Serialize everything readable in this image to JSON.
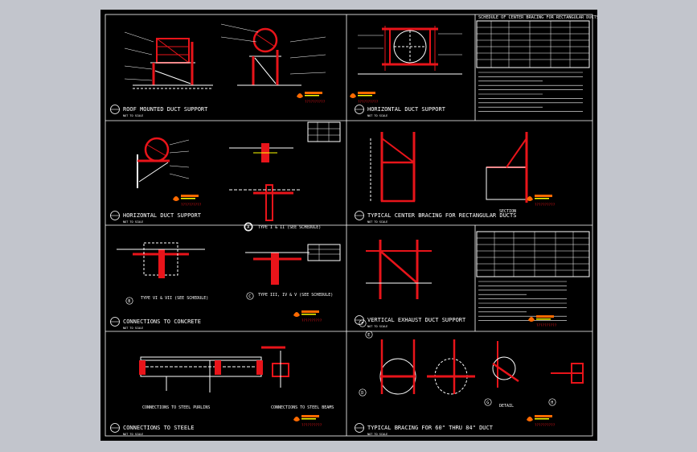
{
  "colors": {
    "background": "#c2c5cc",
    "sheet": "#000000",
    "line": "#ffffff",
    "accent": "#e8141a",
    "dim": "#00e0ff",
    "note": "#ffff00",
    "logo": "#ff6a00"
  },
  "schedule_title": "SCHEDULE OF CENTER BRACING FOR RECTANGULAR DUCTS",
  "panels": [
    {
      "title": "ROOF MOUNTED DUCT SUPPORT",
      "scale": "NOT TO SCALE"
    },
    {
      "title": "HORIZONTAL DUCT SUPPORT",
      "scale": "NOT TO SCALE"
    },
    {
      "title": "HORIZONTAL DUCT SUPPORT",
      "scale": "NOT TO SCALE"
    },
    {
      "title": "TYPICAL CENTER BRACING FOR RECTANGULAR DUCTS",
      "scale": "NOT TO SCALE"
    },
    {
      "title": "CONNECTIONS TO CONCRETE",
      "scale": "NOT TO SCALE"
    },
    {
      "title": "VERTICAL EXHAUST DUCT SUPPORT",
      "scale": "NOT TO SCALE"
    },
    {
      "title": "CONNECTIONS TO STEELE",
      "scale": "NOT TO SCALE"
    },
    {
      "title": "TYPICAL BRACING FOR 60\" THRU 84\" DUCT",
      "scale": "NOT TO SCALE"
    }
  ],
  "details": {
    "type_i_ii": "TYPE I & II (SEE SCHEDULE)",
    "type_vi_vii": "TYPE VI & VII (SEE SCHEDULE)",
    "type_iii_v": "TYPE III, IV & V (SEE SCHEDULE)",
    "conn_steel_purlin": "CONNECTIONS TO STEEL PURLINS",
    "conn_steel_beams": "CONNECTIONS TO STEEL BEAMS",
    "section": "SECTION",
    "detail": "DETAIL"
  },
  "callouts": [
    "A",
    "B",
    "C",
    "D",
    "E",
    "F",
    "G",
    "H"
  ],
  "logo_text": "??????????"
}
